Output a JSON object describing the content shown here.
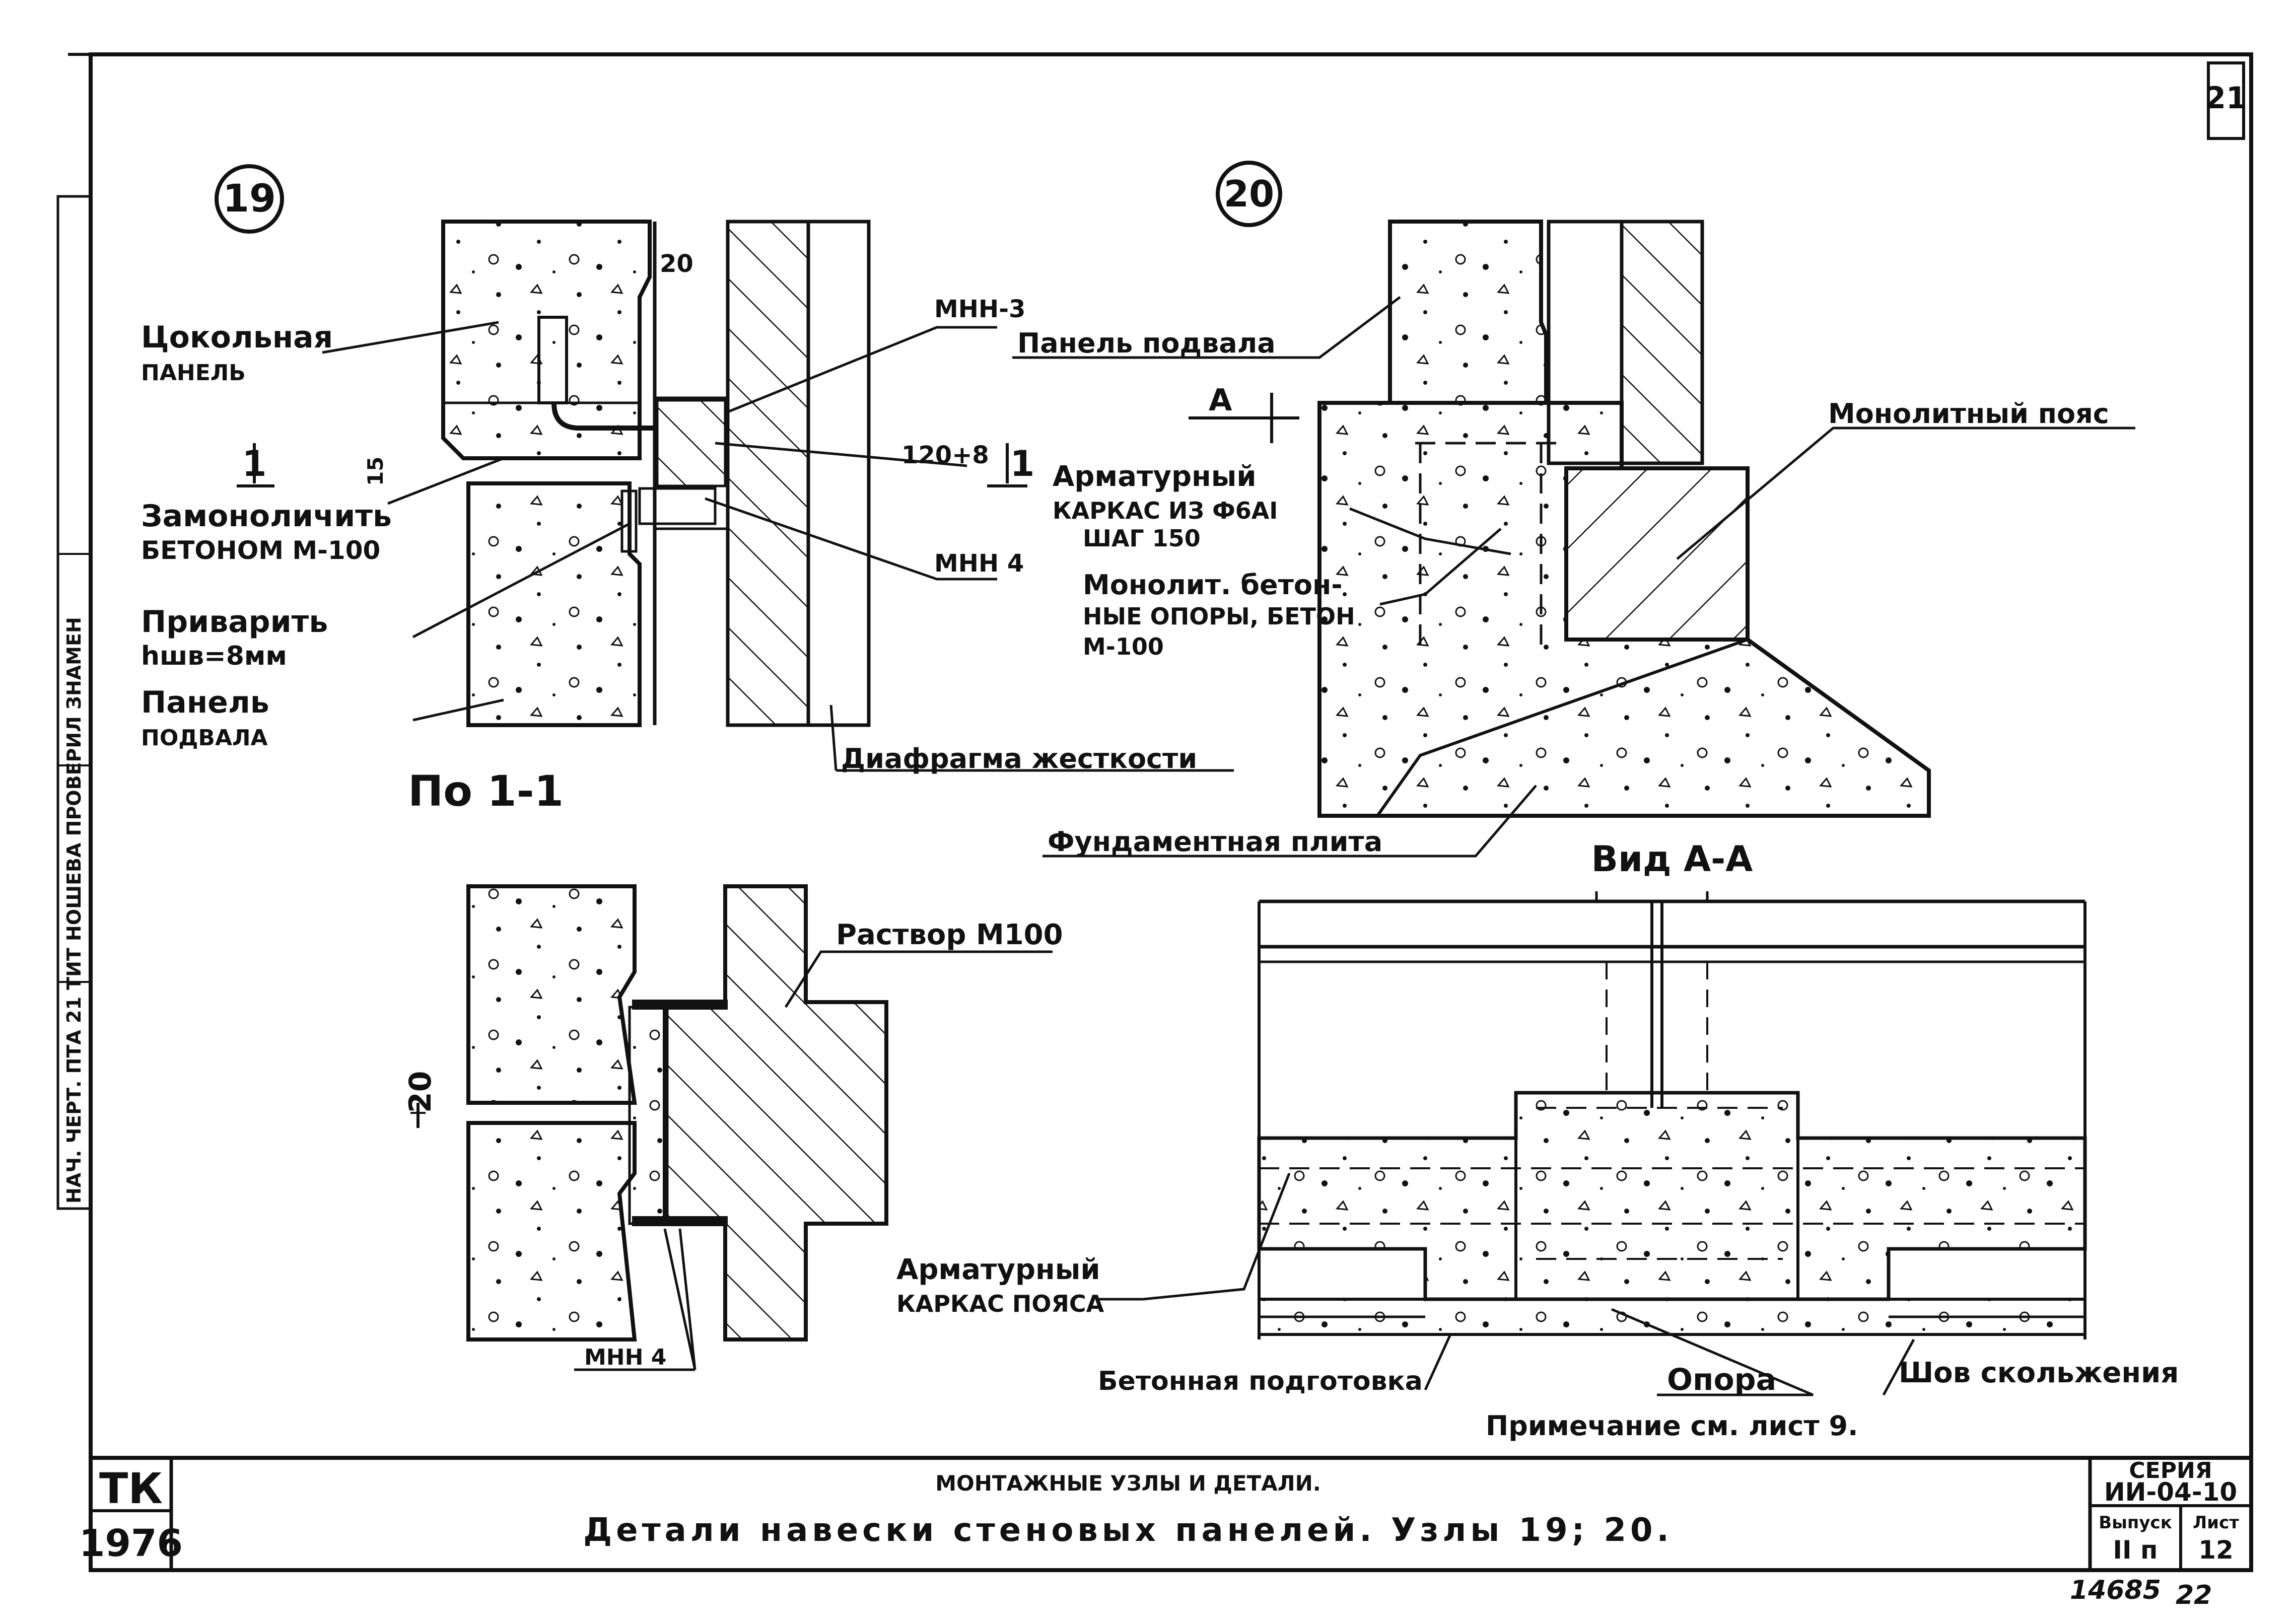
{
  "sheet": {
    "number": "21",
    "bottom_left_code": "14685",
    "bottom_right_code": "22"
  },
  "side_stamp": {
    "text": "НАЧ. ЧЕРТ. ПТА 21  ТИТ  НОШЕВА  ПРОВЕРИЛ  ЗНАМЕН"
  },
  "node19": {
    "number": "19",
    "labels": {
      "socle_1": "Цокольная",
      "socle_2": "ПАНЕЛЬ",
      "fill_1": "Замоноличить",
      "fill_2": "БЕТОНОМ М-100",
      "weld_1": "Приварить",
      "weld_2": "hшв=8мм",
      "basement_1": "Панель",
      "basement_2": "ПОДВАЛА",
      "mn3": "МНН-3",
      "mn4": "МНН 4",
      "dim_120": "120+8",
      "dim_20": "20",
      "dim_15": "15",
      "section_mark": "1",
      "diaphragm": "Диафрагма жесткости",
      "section_title": "По 1-1"
    }
  },
  "section11": {
    "labels": {
      "mortar": "Раствор М100",
      "mn4": "МНН 4",
      "dim_20": "20"
    }
  },
  "node20": {
    "number": "20",
    "labels": {
      "basement_panel": "Панель подвала",
      "view_arrow": "А",
      "belt": "Монолитный пояс",
      "frame_1": "Арматурный",
      "frame_2": "КАРКАС ИЗ Ф6АI",
      "frame_3": "ШАГ 150",
      "supports_1": "Монолит. бетон-",
      "supports_2": "НЫЕ ОПОРЫ, БЕТОН",
      "supports_3": "М-100",
      "foundation": "Фундаментная плита"
    }
  },
  "viewAA": {
    "title": "Вид А-А",
    "labels": {
      "frame_1": "Арматурный",
      "frame_2": "КАРКАС ПОЯСА",
      "prep": "Бетонная подготовка",
      "support": "Опора",
      "seam": "Шов скольжения",
      "note": "Примечание см. лист 9."
    }
  },
  "title_block": {
    "org": "ТК",
    "year": "1976",
    "subtitle": "МОНТАЖНЫЕ УЗЛЫ И ДЕТАЛИ.",
    "title": "Детали навески стеновых панелей.  Узлы 19; 20.",
    "series_label": "СЕРИЯ",
    "series_value": "ИИ-04-10",
    "issue_label": "Выпуск",
    "issue_value": "II п",
    "sheet_label": "Лист",
    "sheet_value": "12"
  }
}
